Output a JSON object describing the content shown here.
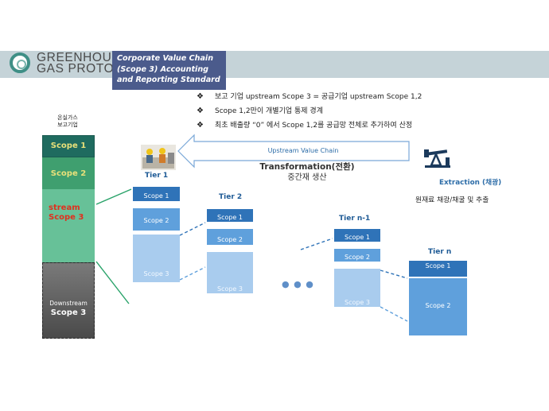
{
  "logo": {
    "line1": "GREENHOUSE",
    "line2": "GAS PROTOCOL",
    "icon": "ghg-protocol-logo-icon"
  },
  "title_box": {
    "line1": "Corporate Value Chain",
    "line2": "(Scope 3) Accounting",
    "line3": "and Reporting Standard"
  },
  "bullets": [
    "보고 기업 upstream Scope 3 = 공급기업 upstream Scope 1,2",
    "Scope 1,2만이 개별기업 통제 경계",
    "최초 배출량 “0” 에서 Scope 1,2를 공급망 전체로 추가하여 산정"
  ],
  "bullet_marker": "❖",
  "reporter": {
    "label_line1": "온실가스",
    "label_line2": "보고기업",
    "scope1": "Scope 1",
    "scope2": "Scope 2",
    "upstream_line1": "stream",
    "upstream_line2": "Scope 3",
    "downstream_line1": "Downstream",
    "downstream_line2": "Scope 3"
  },
  "upstream_arrow": "Upstream Value Chain",
  "transformation": {
    "line1": "Transformation(전환)",
    "line2": "중간재 생산"
  },
  "extraction": {
    "line1": "Extraction (채광)",
    "line2": "원재료 채광/채굴 및 추출",
    "icon": "oil-pump-icon"
  },
  "factory_icon": "factory-workers-icon",
  "ellipsis": "● ● ●",
  "tiers": [
    {
      "label": "Tier 1",
      "scope1": "Scope 1",
      "scope2": "Scope 2",
      "scope3": "Scope 3"
    },
    {
      "label": "Tier 2",
      "scope1": "Scope 1",
      "scope2": "Scope 2",
      "scope3": "Scope 3"
    },
    {
      "label": "Tier n-1",
      "scope1": "Scope 1",
      "scope2": "Scope 2",
      "scope3": "Scope 3"
    },
    {
      "label": "Tier n",
      "scope1": "Scope 1",
      "scope2": "Scope 2"
    }
  ],
  "colors": {
    "scope1_green": "#1f6b5f",
    "scope2_green": "#3f9f6f",
    "upstream_green": "#67c198",
    "downstream_gray": "#5f5f5f",
    "tier_scope1": "#2f73b8",
    "tier_scope2": "#5fa0dc",
    "tier_scope3": "#a9ccee",
    "title_box": "#4b5b8c"
  }
}
